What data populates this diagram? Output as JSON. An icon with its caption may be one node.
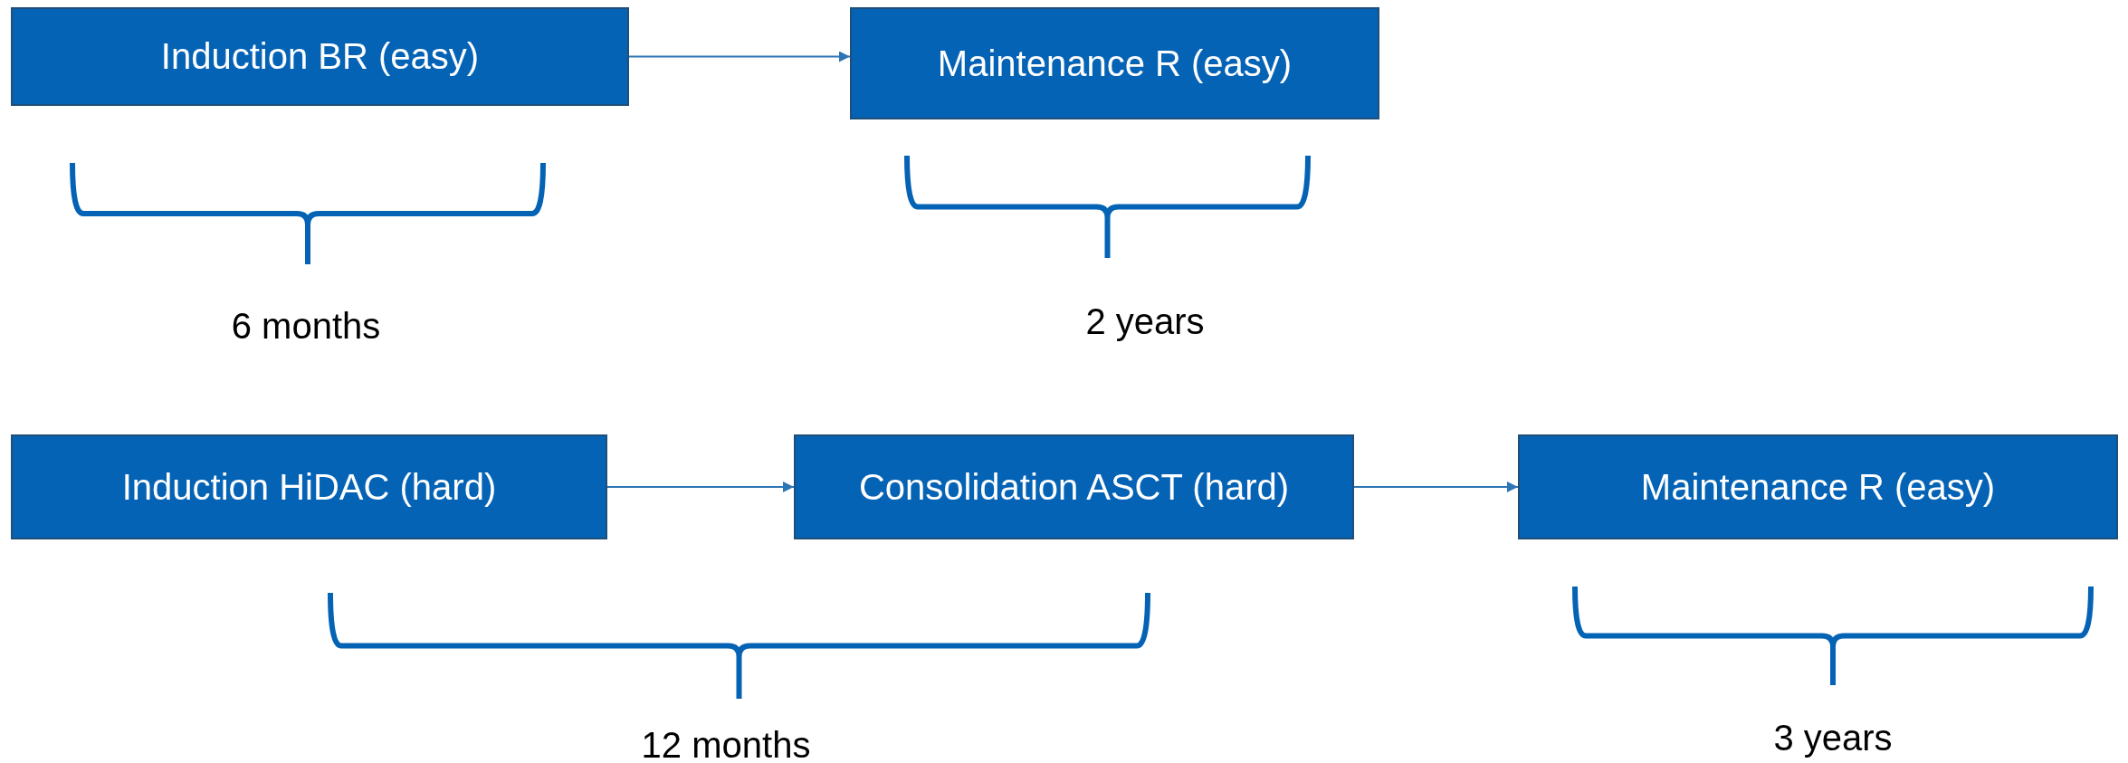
{
  "diagram": {
    "nodes": [
      {
        "text": [
          "Induction BR (easy)"
        ]
      },
      {
        "text": [
          "Maintenance R (easy)"
        ]
      },
      {
        "text": [
          "Induction HiDAC (hard)"
        ]
      },
      {
        "text": [
          "Consolidation ASCT (hard)"
        ]
      },
      {
        "text": [
          "Maintenance R (easy)"
        ]
      }
    ],
    "edges": [
      {
        "from": 0,
        "to": 1,
        "arrow": "to"
      },
      {
        "from": 2,
        "to": 3,
        "arrow": "to"
      },
      {
        "from": 3,
        "to": 4,
        "arrow": "to"
      }
    ],
    "labels": [
      "6 months",
      "2 years",
      "12 months",
      "3 years"
    ]
  }
}
